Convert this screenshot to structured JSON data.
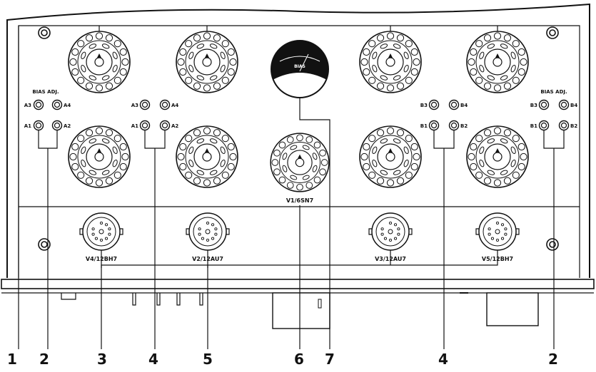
{
  "labels": {
    "bias_adj_left": "BIAS ADJ.",
    "bias_adj_right": "BIAS ADJ.",
    "left_edge": {
      "a3": "A3",
      "a4": "A4",
      "a1": "A1",
      "a2": "A2"
    },
    "left_inner": {
      "a3": "A3",
      "a4": "A4",
      "a1": "A1",
      "a2": "A2"
    },
    "right_inner": {
      "b3": "B3",
      "b4": "B4",
      "b1": "B1",
      "b2": "B2"
    },
    "right_edge": {
      "b3": "B3",
      "b4": "B4",
      "b1": "B1",
      "b2": "B2"
    },
    "meter": "BIAS",
    "tubes": {
      "v1": "V1/6SN7",
      "v4": "V4/12BH7",
      "v2": "V2/12AU7",
      "v3": "V3/12AU7",
      "v5": "V5/12BH7"
    }
  },
  "callouts": [
    "1",
    "2",
    "3",
    "4",
    "5",
    "6",
    "7",
    "4",
    "2"
  ]
}
